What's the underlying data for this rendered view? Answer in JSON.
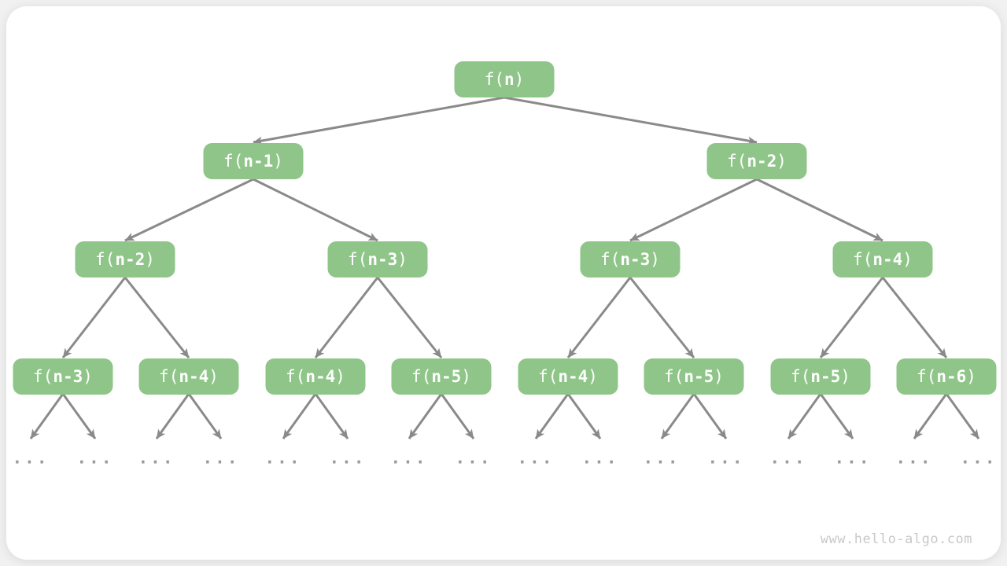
{
  "colors": {
    "node_fill": "#8FC589",
    "node_text": "#FFFFFF",
    "arrow": "#8A8A8A",
    "ellipsis_text": "#9A9A9A",
    "watermark_text": "#C9C9C9",
    "card_bg": "#FFFFFF",
    "page_bg": "#F1F1F1"
  },
  "tree": {
    "levels": [
      {
        "nodes": [
          {
            "pre": "f(",
            "arg": "n",
            "post": ")"
          }
        ]
      },
      {
        "nodes": [
          {
            "pre": "f(",
            "arg": "n-1",
            "post": ")"
          },
          {
            "pre": "f(",
            "arg": "n-2",
            "post": ")"
          }
        ]
      },
      {
        "nodes": [
          {
            "pre": "f(",
            "arg": "n-2",
            "post": ")"
          },
          {
            "pre": "f(",
            "arg": "n-3",
            "post": ")"
          },
          {
            "pre": "f(",
            "arg": "n-3",
            "post": ")"
          },
          {
            "pre": "f(",
            "arg": "n-4",
            "post": ")"
          }
        ]
      },
      {
        "nodes": [
          {
            "pre": "f(",
            "arg": "n-3",
            "post": ")"
          },
          {
            "pre": "f(",
            "arg": "n-4",
            "post": ")"
          },
          {
            "pre": "f(",
            "arg": "n-4",
            "post": ")"
          },
          {
            "pre": "f(",
            "arg": "n-5",
            "post": ")"
          },
          {
            "pre": "f(",
            "arg": "n-4",
            "post": ")"
          },
          {
            "pre": "f(",
            "arg": "n-5",
            "post": ")"
          },
          {
            "pre": "f(",
            "arg": "n-5",
            "post": ")"
          },
          {
            "pre": "f(",
            "arg": "n-6",
            "post": ")"
          }
        ]
      }
    ],
    "leaf_ellipsis": "..."
  },
  "watermark": "www.hello-algo.com"
}
